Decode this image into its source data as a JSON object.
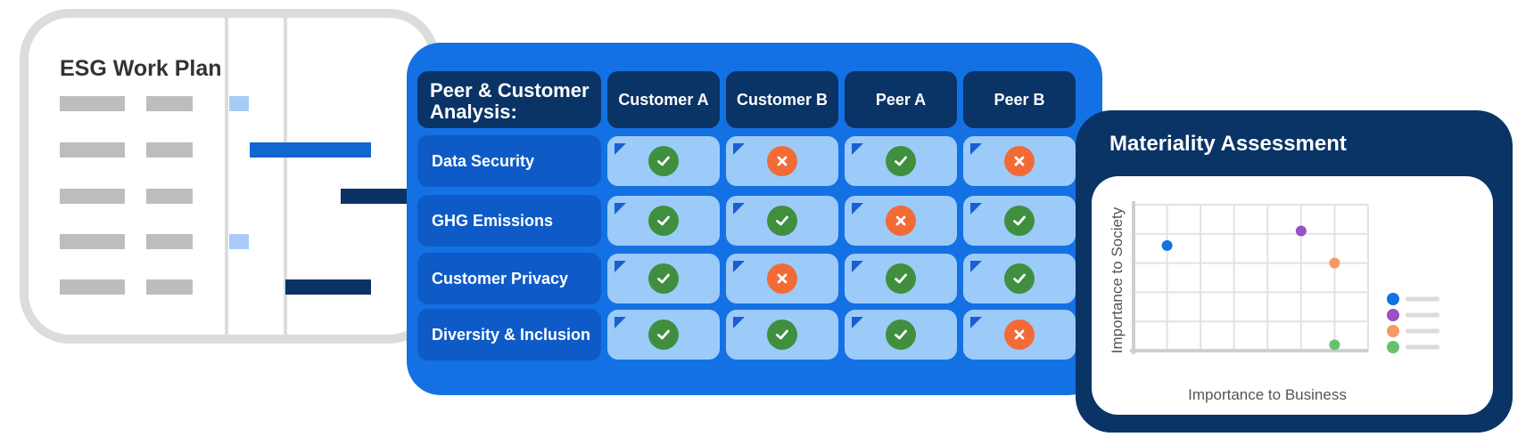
{
  "work_plan": {
    "title": "ESG Work Plan"
  },
  "peer_analysis": {
    "title": "Peer & Customer Analysis:",
    "columns": [
      "Customer A",
      "Customer B",
      "Peer A",
      "Peer B"
    ],
    "rows": [
      {
        "label": "Data Security",
        "values": [
          "check",
          "cross",
          "check",
          "cross"
        ]
      },
      {
        "label": "GHG Emissions",
        "values": [
          "check",
          "check",
          "cross",
          "check"
        ]
      },
      {
        "label": "Customer Privacy",
        "values": [
          "check",
          "cross",
          "check",
          "check"
        ]
      },
      {
        "label": "Diversity & Inclusion",
        "values": [
          "check",
          "check",
          "check",
          "cross"
        ]
      }
    ],
    "colors": {
      "check": "#3f8f3f",
      "cross": "#f26b36"
    }
  },
  "materiality": {
    "title": "Materiality Assessment",
    "chart_data": {
      "type": "scatter",
      "xlabel": "Importance to Business",
      "ylabel": "Importance to Society",
      "xlim": [
        0,
        7
      ],
      "ylim": [
        0,
        5
      ],
      "grid": true,
      "legend_placement": "right",
      "series": [
        {
          "color": "#1471e4",
          "points": [
            [
              1.0,
              3.6
            ]
          ]
        },
        {
          "color": "#9a4fc2",
          "points": [
            [
              5.0,
              4.1
            ]
          ]
        },
        {
          "color": "#f59a62",
          "points": [
            [
              6.0,
              3.0
            ]
          ]
        },
        {
          "color": "#66c16a",
          "points": [
            [
              6.0,
              0.2
            ]
          ]
        }
      ]
    }
  }
}
